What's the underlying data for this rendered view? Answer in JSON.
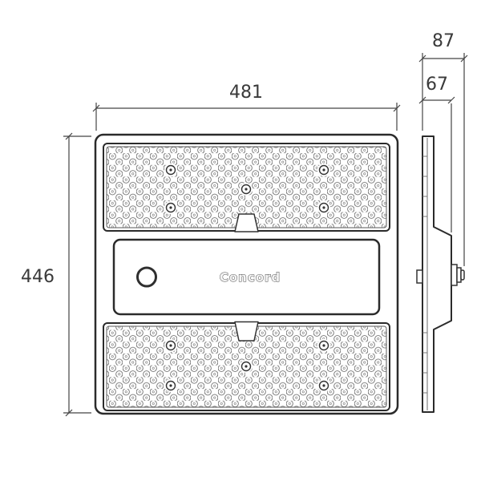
{
  "drawing": {
    "brand": "Concord",
    "dimensions": {
      "width": "481",
      "height": "446",
      "depth_total": "87",
      "depth_body": "67"
    }
  }
}
